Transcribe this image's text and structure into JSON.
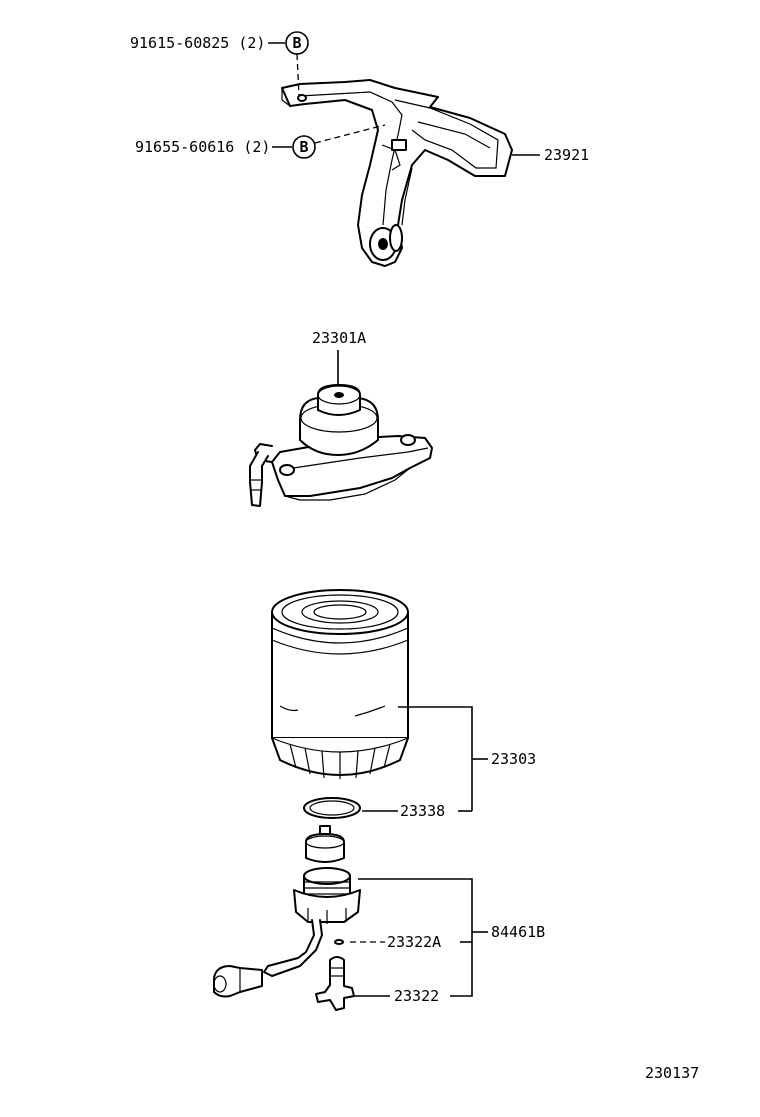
{
  "parts": {
    "bolt_label": "91615-60825 (2)",
    "nut_label": "91655-60616 (2)",
    "callout_b1": "B",
    "callout_b2": "B",
    "bracket_label": "23921",
    "filter_head_label": "23301A",
    "filter_element_label": "23303",
    "oring_label": "23338",
    "warning_switch_label": "84461B",
    "packing_label": "23322A",
    "drain_plug_label": "23322"
  },
  "diagram_id": "230137"
}
